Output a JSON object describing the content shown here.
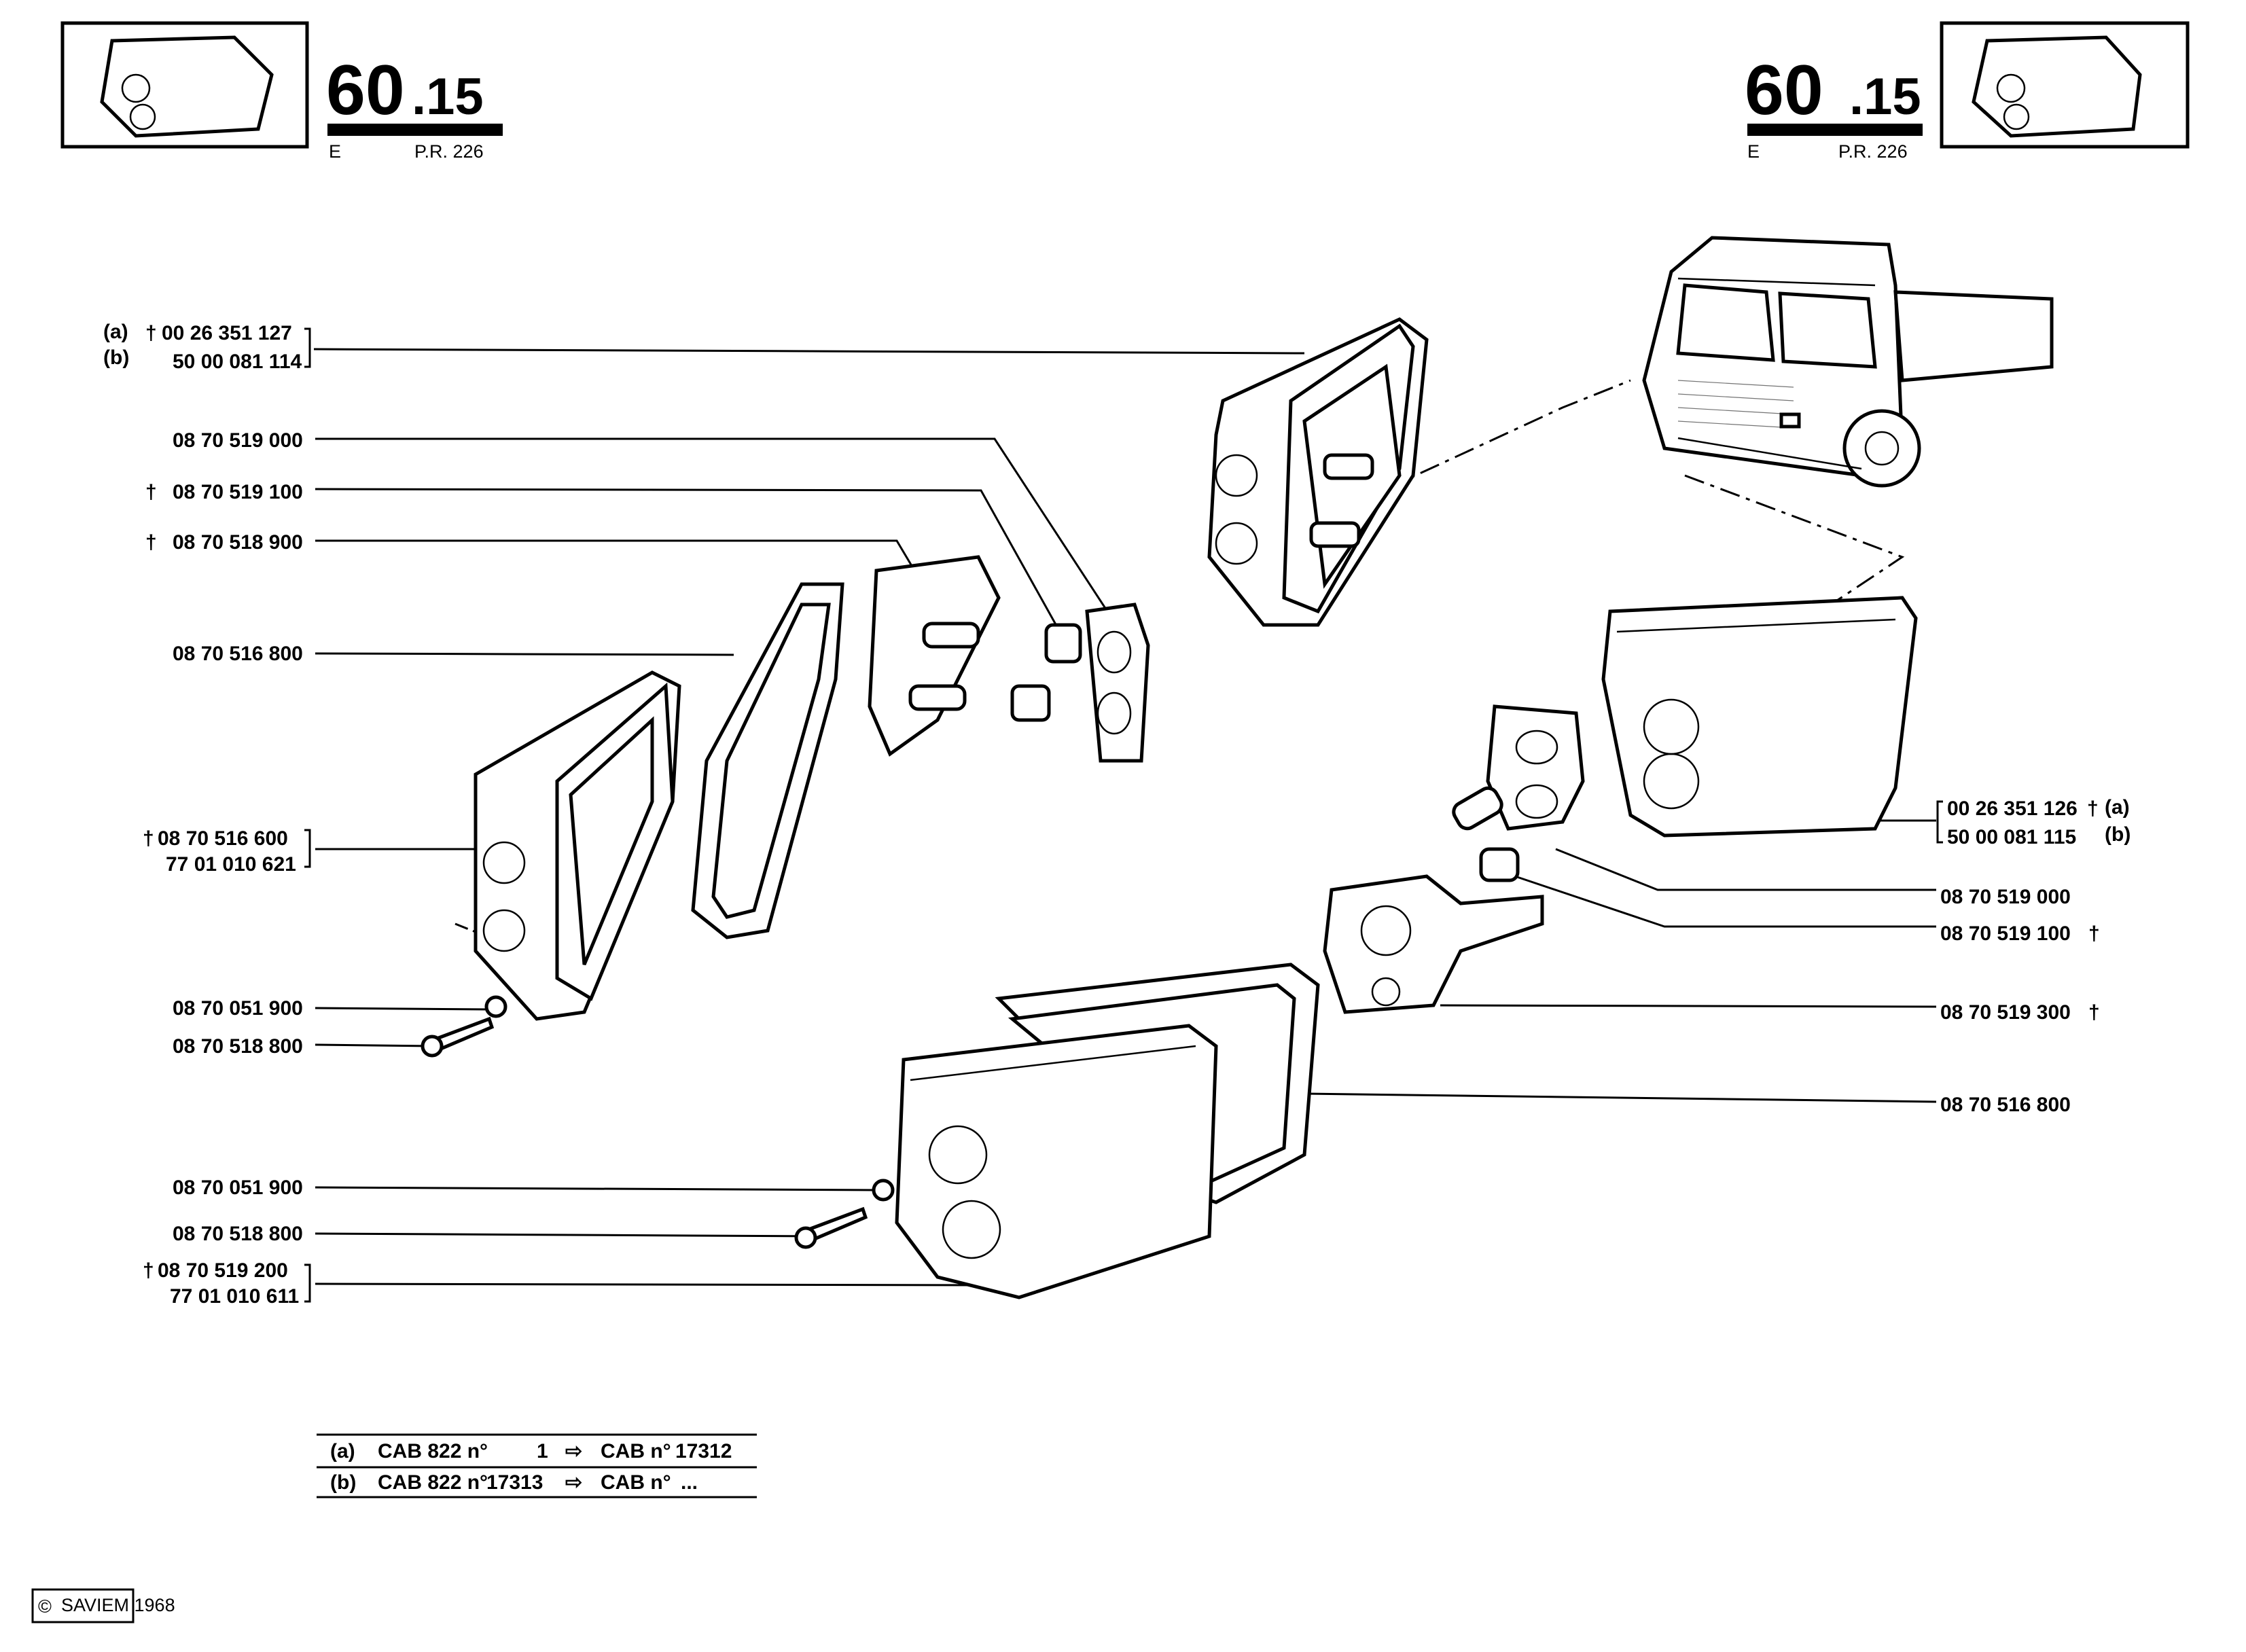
{
  "header": {
    "section_major": "60",
    "section_minor": ".15",
    "edition": "E",
    "ref": "P.R. 226"
  },
  "labels_left": [
    {
      "key": "l1",
      "mark": "(a)",
      "dagger": "†",
      "ref": "00 26 351 127"
    },
    {
      "key": "l2",
      "mark": "(b)",
      "dagger": "",
      "ref": "50 00 081 114"
    },
    {
      "key": "l3",
      "mark": "",
      "dagger": "",
      "ref": "08 70 519 000"
    },
    {
      "key": "l4",
      "mark": "",
      "dagger": "†",
      "ref": "08 70 519 100"
    },
    {
      "key": "l5",
      "mark": "",
      "dagger": "†",
      "ref": "08 70 518 900"
    },
    {
      "key": "l6",
      "mark": "",
      "dagger": "",
      "ref": "08 70 516 800"
    },
    {
      "key": "l7",
      "mark": "",
      "dagger": "†",
      "ref": "08 70 516 600"
    },
    {
      "key": "l8",
      "mark": "",
      "dagger": "",
      "ref": "77 01 010 621"
    },
    {
      "key": "l9",
      "mark": "",
      "dagger": "",
      "ref": "08 70 051 900"
    },
    {
      "key": "l10",
      "mark": "",
      "dagger": "",
      "ref": "08 70 518 800"
    },
    {
      "key": "l11",
      "mark": "",
      "dagger": "",
      "ref": "08 70 051 900"
    },
    {
      "key": "l12",
      "mark": "",
      "dagger": "",
      "ref": "08 70 518 800"
    },
    {
      "key": "l13",
      "mark": "",
      "dagger": "†",
      "ref": "08 70 519 200"
    },
    {
      "key": "l14",
      "mark": "",
      "dagger": "",
      "ref": "77 01 010 611"
    }
  ],
  "labels_right": [
    {
      "key": "r1",
      "mark": "(a)",
      "dagger": "†",
      "ref": "00 26 351 126"
    },
    {
      "key": "r2",
      "mark": "(b)",
      "dagger": "",
      "ref": "50 00 081 115"
    },
    {
      "key": "r3",
      "mark": "",
      "dagger": "",
      "ref": "08 70 519 000"
    },
    {
      "key": "r4",
      "mark": "",
      "dagger": "†",
      "ref": "08 70 519 100"
    },
    {
      "key": "r5",
      "mark": "",
      "dagger": "†",
      "ref": "08 70 519 300"
    },
    {
      "key": "r6",
      "mark": "",
      "dagger": "",
      "ref": "08 70 516 800"
    }
  ],
  "legend": {
    "rows": [
      {
        "mark": "(a)",
        "from_label": "CAB 822 n°",
        "from_num": "1",
        "arrow": "⇨",
        "to_label": "CAB n°",
        "to_num": "17312"
      },
      {
        "mark": "(b)",
        "from_label": "CAB 822 n°",
        "from_num": "17313",
        "arrow": "⇨",
        "to_label": "CAB n°",
        "to_num": "..."
      }
    ]
  },
  "copyright": {
    "symbol": "©",
    "text": "SAVIEM 1968"
  }
}
